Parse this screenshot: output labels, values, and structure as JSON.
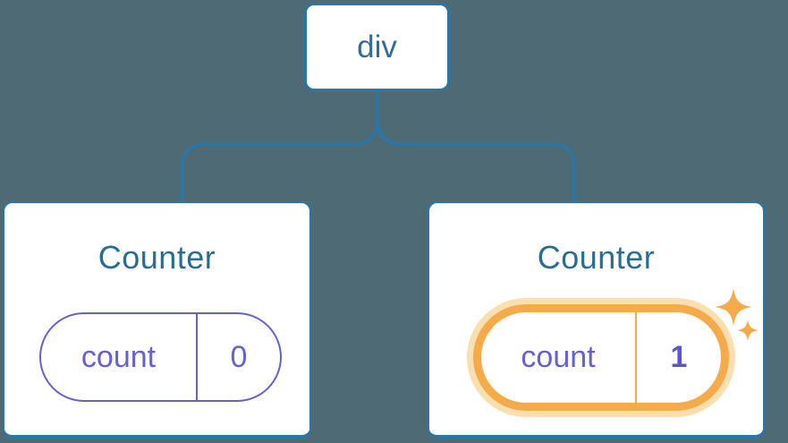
{
  "diagram": {
    "description": "React component tree: div root with two Counter children holding count state",
    "background_color": "#4e6a74",
    "root": {
      "label": "div"
    },
    "nodes": [
      {
        "title": "Counter",
        "state_key": "count",
        "state_value": "0",
        "highlighted": false
      },
      {
        "title": "Counter",
        "state_key": "count",
        "state_value": "1",
        "highlighted": true,
        "badge_icon": "sparkles-icon"
      }
    ],
    "colors": {
      "connector_blue": "#2a76a8",
      "node_text_blue": "#2a6d94",
      "state_purple": "#6560d4",
      "highlight_orange": "#f5ab49",
      "highlight_glow": "#fbdfb0",
      "card_fill": "#ffffff"
    }
  }
}
